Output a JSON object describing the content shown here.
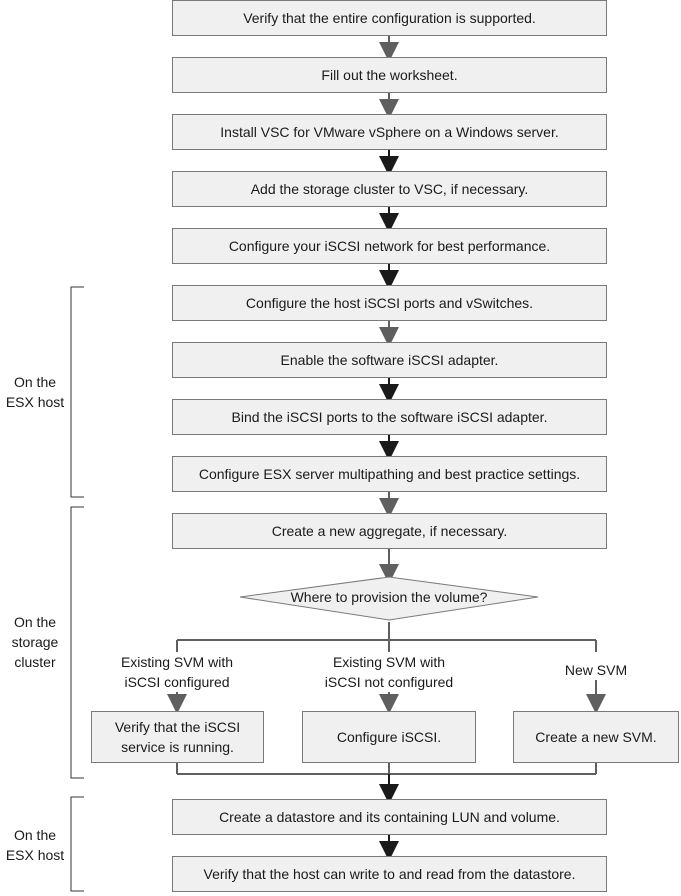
{
  "steps": [
    "Verify that the entire configuration is supported.",
    "Fill out the worksheet.",
    "Install VSC for VMware vSphere on a Windows server.",
    "Add the storage cluster to VSC, if necessary.",
    "Configure your iSCSI network for best performance.",
    "Configure the host iSCSI ports and vSwitches.",
    "Enable the software iSCSI adapter.",
    "Bind the iSCSI ports to the software iSCSI adapter.",
    "Configure ESX server multipathing and best practice settings.",
    "Create a new aggregate, if necessary."
  ],
  "decision": "Where to provision the volume?",
  "branches": [
    {
      "label_line1": "Existing SVM with",
      "label_line2": "iSCSI configured",
      "box_line1": "Verify that the iSCSI",
      "box_line2": "service is running."
    },
    {
      "label_line1": "Existing SVM with",
      "label_line2": "iSCSI not configured",
      "box_line1": "Configure iSCSI.",
      "box_line2": ""
    },
    {
      "label_line1": "New SVM",
      "label_line2": "",
      "box_line1": "Create a new SVM.",
      "box_line2": ""
    }
  ],
  "final_steps": [
    "Create a datastore and its containing LUN and volume.",
    "Verify that the host can write to and read from the datastore."
  ],
  "groups": [
    {
      "line1": "On the",
      "line2": "ESX host",
      "line3": ""
    },
    {
      "line1": "On the",
      "line2": "storage",
      "line3": "cluster"
    },
    {
      "line1": "On the",
      "line2": "ESX host",
      "line3": ""
    }
  ],
  "colors": {
    "box_fill": "#f0f0f0",
    "box_border": "#7a7a7a",
    "arrow_gray": "#5f5f5f",
    "arrow_black": "#1a1a1a"
  }
}
